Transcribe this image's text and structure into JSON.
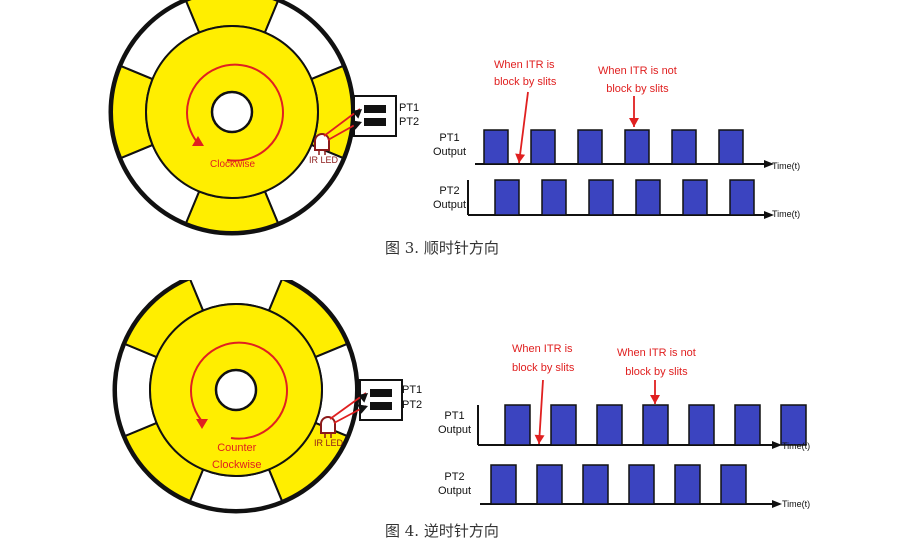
{
  "colors": {
    "wheel_yellow": "#ffee00",
    "pulse_blue": "#3b44c0",
    "annotation_red": "#e02020",
    "outline": "#111111"
  },
  "figures": [
    {
      "caption": "图 3. 顺时针方向",
      "direction_label_1": "Clockwise",
      "direction_label_2": "",
      "led_label": "IR LED",
      "sensor_labels": [
        "PT1",
        "PT2"
      ],
      "annotation_blocked": [
        "When ITR is",
        "block by slits"
      ],
      "annotation_not_blocked": [
        "When ITR is not",
        "block by slits"
      ],
      "pt1_label": [
        "PT1",
        "Output"
      ],
      "pt2_label": [
        "PT2",
        "Output"
      ],
      "time_label": "Time(t)",
      "pt1_pulses": [
        0,
        1,
        2,
        3,
        4,
        5
      ],
      "pt2_pulses": [
        0,
        1,
        2,
        3,
        4,
        5
      ]
    },
    {
      "caption": "图 4. 逆时针方向",
      "direction_label_1": "Counter",
      "direction_label_2": "Clockwise",
      "led_label": "IR LED",
      "sensor_labels": [
        "PT1",
        "PT2"
      ],
      "annotation_blocked": [
        "When ITR is",
        "block by slits"
      ],
      "annotation_not_blocked": [
        "When ITR is not",
        "block by slits"
      ],
      "pt1_label": [
        "PT1",
        "Output"
      ],
      "pt2_label": [
        "PT2",
        "Output"
      ],
      "time_label": "Time(t)",
      "pt1_pulses": [
        0,
        1,
        2,
        3,
        4,
        5,
        6
      ],
      "pt2_pulses": [
        0,
        1,
        2,
        3,
        4,
        5
      ]
    }
  ]
}
